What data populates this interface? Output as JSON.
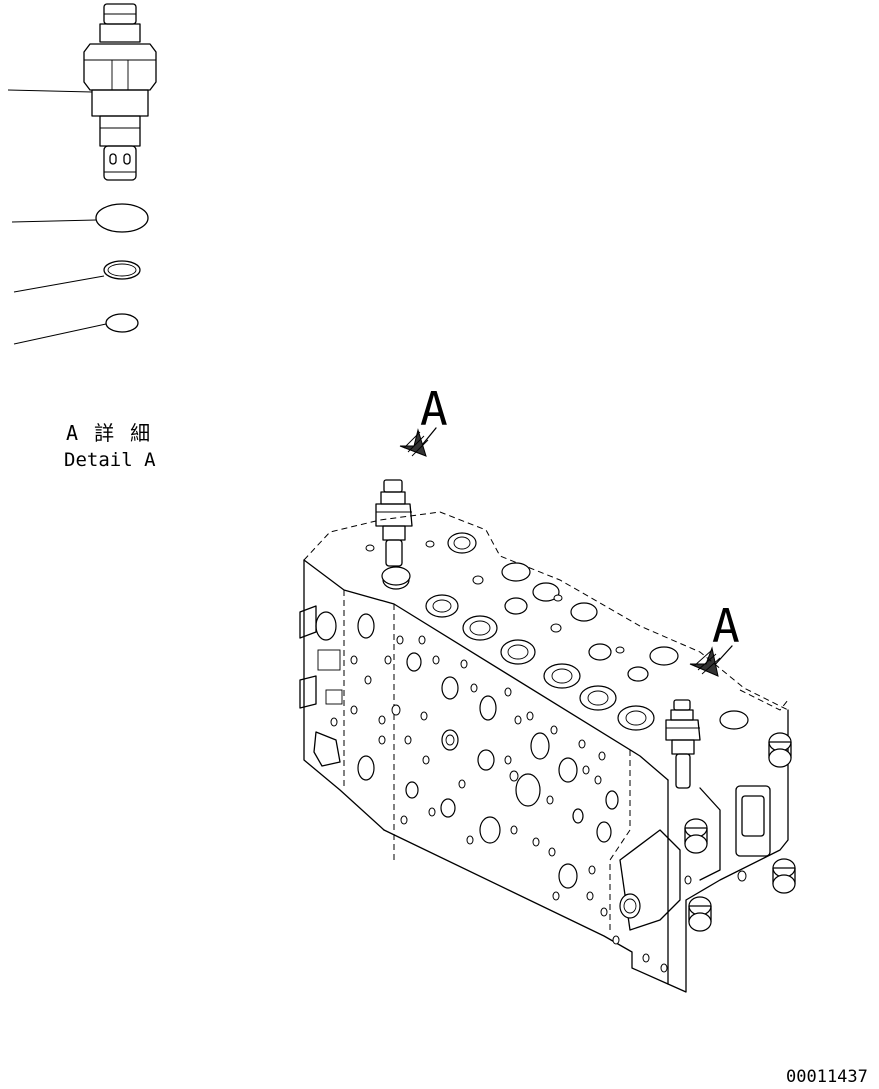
{
  "detail_label": {
    "jp": "A 詳 細",
    "en": "Detail A"
  },
  "view_marker": "A",
  "drawing_number": "00011437",
  "icons": [
    "relief-valve-icon",
    "o-ring-icon",
    "backup-ring-icon",
    "valve-body-icon",
    "view-arrow-icon"
  ]
}
